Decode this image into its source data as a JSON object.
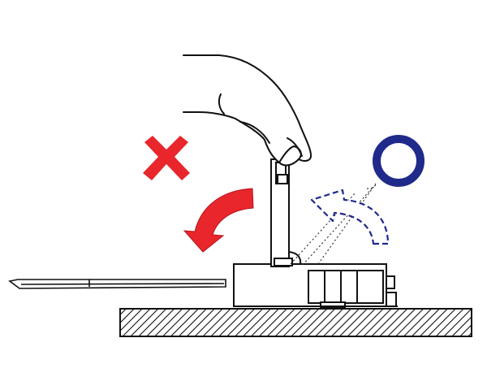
{
  "diagram": {
    "wrong_mark": "✕",
    "correct_mark": "○",
    "colors": {
      "wrong": "#e8262c",
      "correct": "#1f2a8a",
      "outline": "#111111",
      "background": "#ffffff"
    },
    "elements": [
      "hand",
      "lever",
      "connector-housing",
      "flat-cable",
      "base-board",
      "incorrect-rotation-arrow",
      "correct-rotation-arrow"
    ]
  }
}
